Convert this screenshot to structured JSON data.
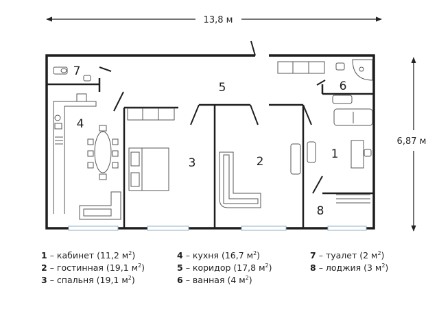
{
  "plan": {
    "dimensions": {
      "width": "13,8 м",
      "height": "6,87 м"
    },
    "rooms": [
      {
        "number": "1",
        "name": "кабинет",
        "area": "11,2 м",
        "exp": "2"
      },
      {
        "number": "2",
        "name": "гостинная",
        "area": "19,1 м",
        "exp": "2"
      },
      {
        "number": "3",
        "name": "спальня",
        "area": "19,1 м",
        "exp": "2"
      },
      {
        "number": "4",
        "name": "кухня",
        "area": "16,7 м",
        "exp": "2"
      },
      {
        "number": "5",
        "name": "коридор",
        "area": "17,8 м",
        "exp": "2"
      },
      {
        "number": "6",
        "name": "ванная",
        "area": "4 м",
        "exp": "2"
      },
      {
        "number": "7",
        "name": "туалет",
        "area": "2 м",
        "exp": "2"
      },
      {
        "number": "8",
        "name": "лоджия",
        "area": "3 м",
        "exp": "2"
      }
    ],
    "dash": "–"
  }
}
